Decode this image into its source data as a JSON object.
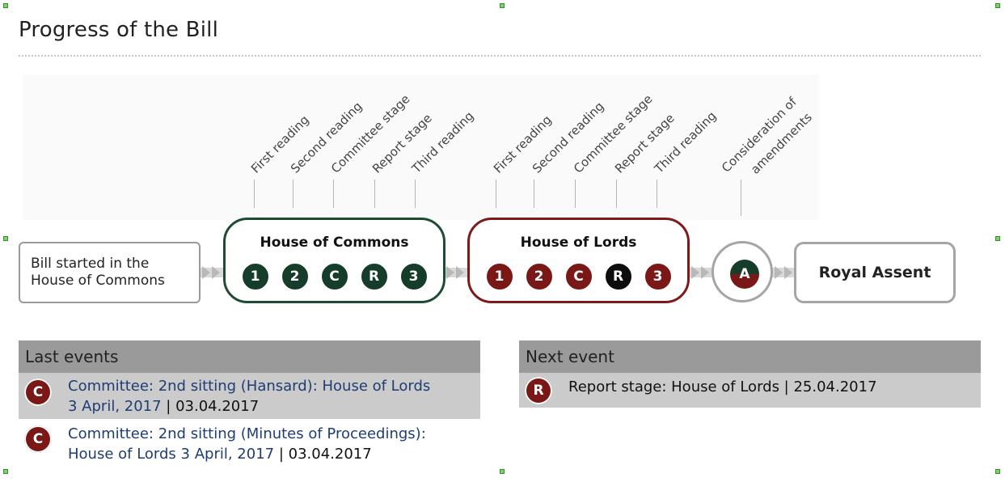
{
  "page": {
    "title": "Progress of the Bill"
  },
  "stage_labels": {
    "commons": [
      "First reading",
      "Second reading",
      "Committee stage",
      "Report stage",
      "Third reading"
    ],
    "lords": [
      "First reading",
      "Second reading",
      "Committee stage",
      "Report stage",
      "Third reading"
    ],
    "amendments_line1": "Consideration of",
    "amendments_line2": "amendments"
  },
  "diagram": {
    "start_line1": "Bill started in the",
    "start_line2": "House of Commons",
    "commons": {
      "title": "House of Commons",
      "stages": [
        "1",
        "2",
        "C",
        "R",
        "3"
      ]
    },
    "lords": {
      "title": "House of Lords",
      "stages": [
        "1",
        "2",
        "C",
        "R",
        "3"
      ],
      "current_stage": "R"
    },
    "amendments": {
      "letter": "A"
    },
    "royal_assent": "Royal Assent",
    "colors": {
      "commons": "#163d29",
      "lords": "#7a1717",
      "current": "#0d0d0d",
      "track": "#d9d9d9"
    }
  },
  "last_events": {
    "header": "Last events",
    "items": [
      {
        "badge": "C",
        "link_text_line1": "Committee: 2nd sitting (Hansard): House of Lords",
        "link_text_line2": "3 April, 2017",
        "date": " | 03.04.2017"
      },
      {
        "badge": "C",
        "link_text_line1": "Committee: 2nd sitting (Minutes of Proceedings):",
        "link_text_line2": "House of Lords 3 April, 2017",
        "date": " | 03.04.2017"
      }
    ]
  },
  "next_event": {
    "header": "Next event",
    "badge": "R",
    "text": "Report stage: House of Lords | 25.04.2017"
  }
}
